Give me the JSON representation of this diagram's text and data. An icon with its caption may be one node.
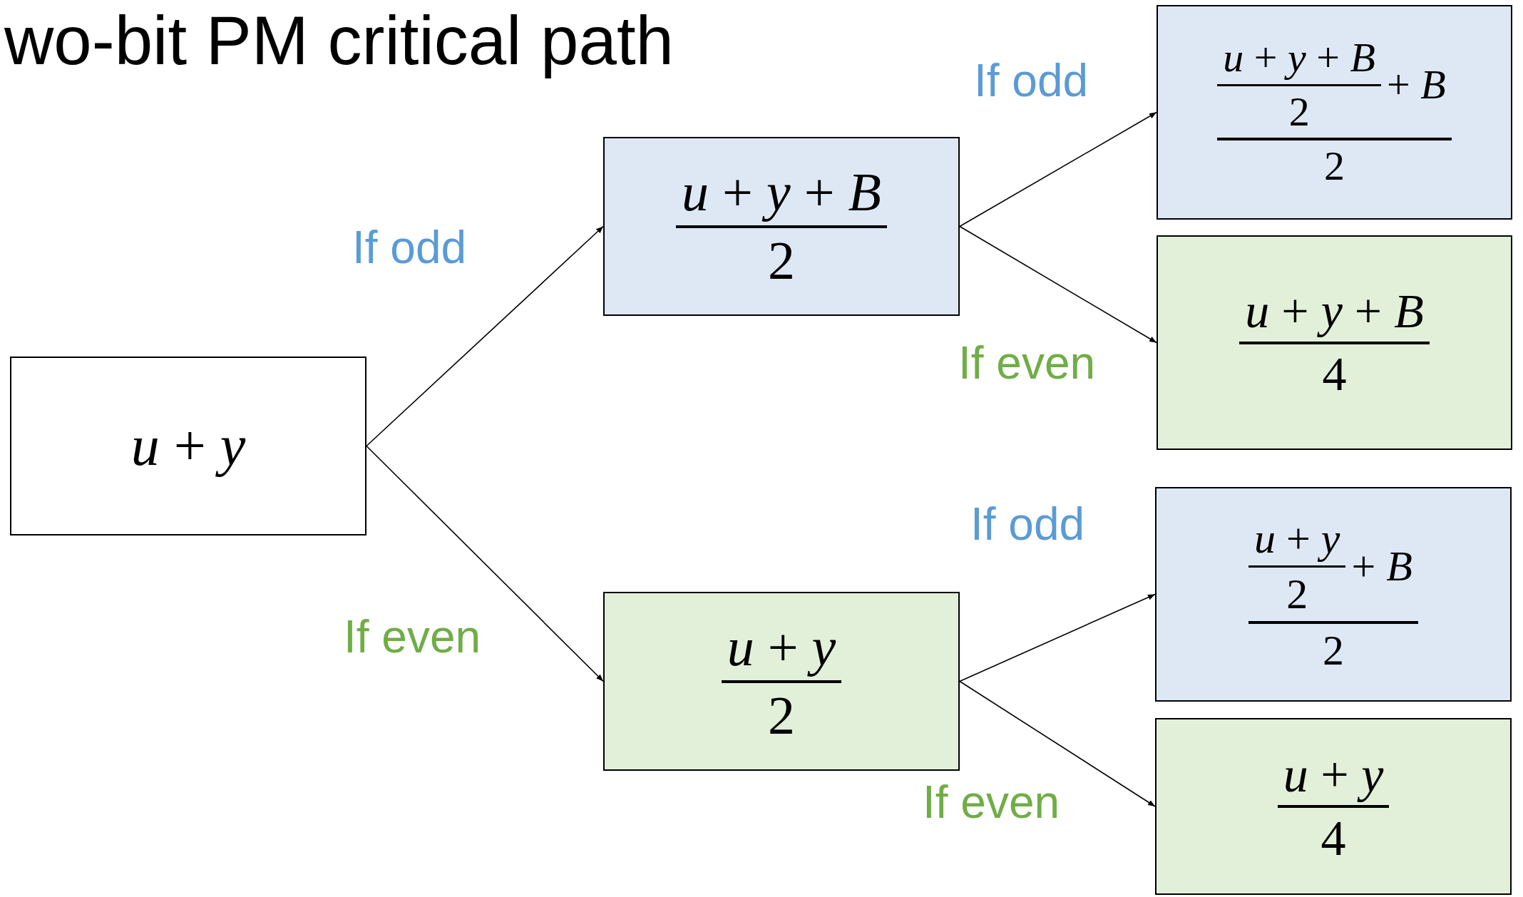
{
  "diagram": {
    "title": "wo-bit PM critical path",
    "nodes": [
      {
        "text": [
          "*u* + *y*"
        ]
      },
      {
        "text": [
          "*u* + *y* + *B*",
          "2"
        ]
      },
      {
        "text": [
          "*u* + *y*",
          "2"
        ]
      },
      {
        "text": [
          "*u* + *y* + *B*",
          "2",
          "+ *B*",
          "2"
        ]
      },
      {
        "text": [
          "*u* + *y* + *B*",
          "4"
        ]
      },
      {
        "text": [
          "*u* + *y*",
          "2",
          "+ *B*",
          "2"
        ]
      },
      {
        "text": [
          "*u* + *y*",
          "4"
        ]
      }
    ],
    "edges": [
      {
        "from": 0,
        "to": 1,
        "arrow": "to",
        "label": "If odd"
      },
      {
        "from": 0,
        "to": 2,
        "arrow": "to",
        "label": "If even"
      },
      {
        "from": 1,
        "to": 3,
        "arrow": "to",
        "label": "If odd"
      },
      {
        "from": 1,
        "to": 4,
        "arrow": "to",
        "label": "If even"
      },
      {
        "from": 2,
        "to": 5,
        "arrow": "to",
        "label": "If odd"
      },
      {
        "from": 2,
        "to": 6,
        "arrow": "to",
        "label": "If even"
      }
    ]
  }
}
